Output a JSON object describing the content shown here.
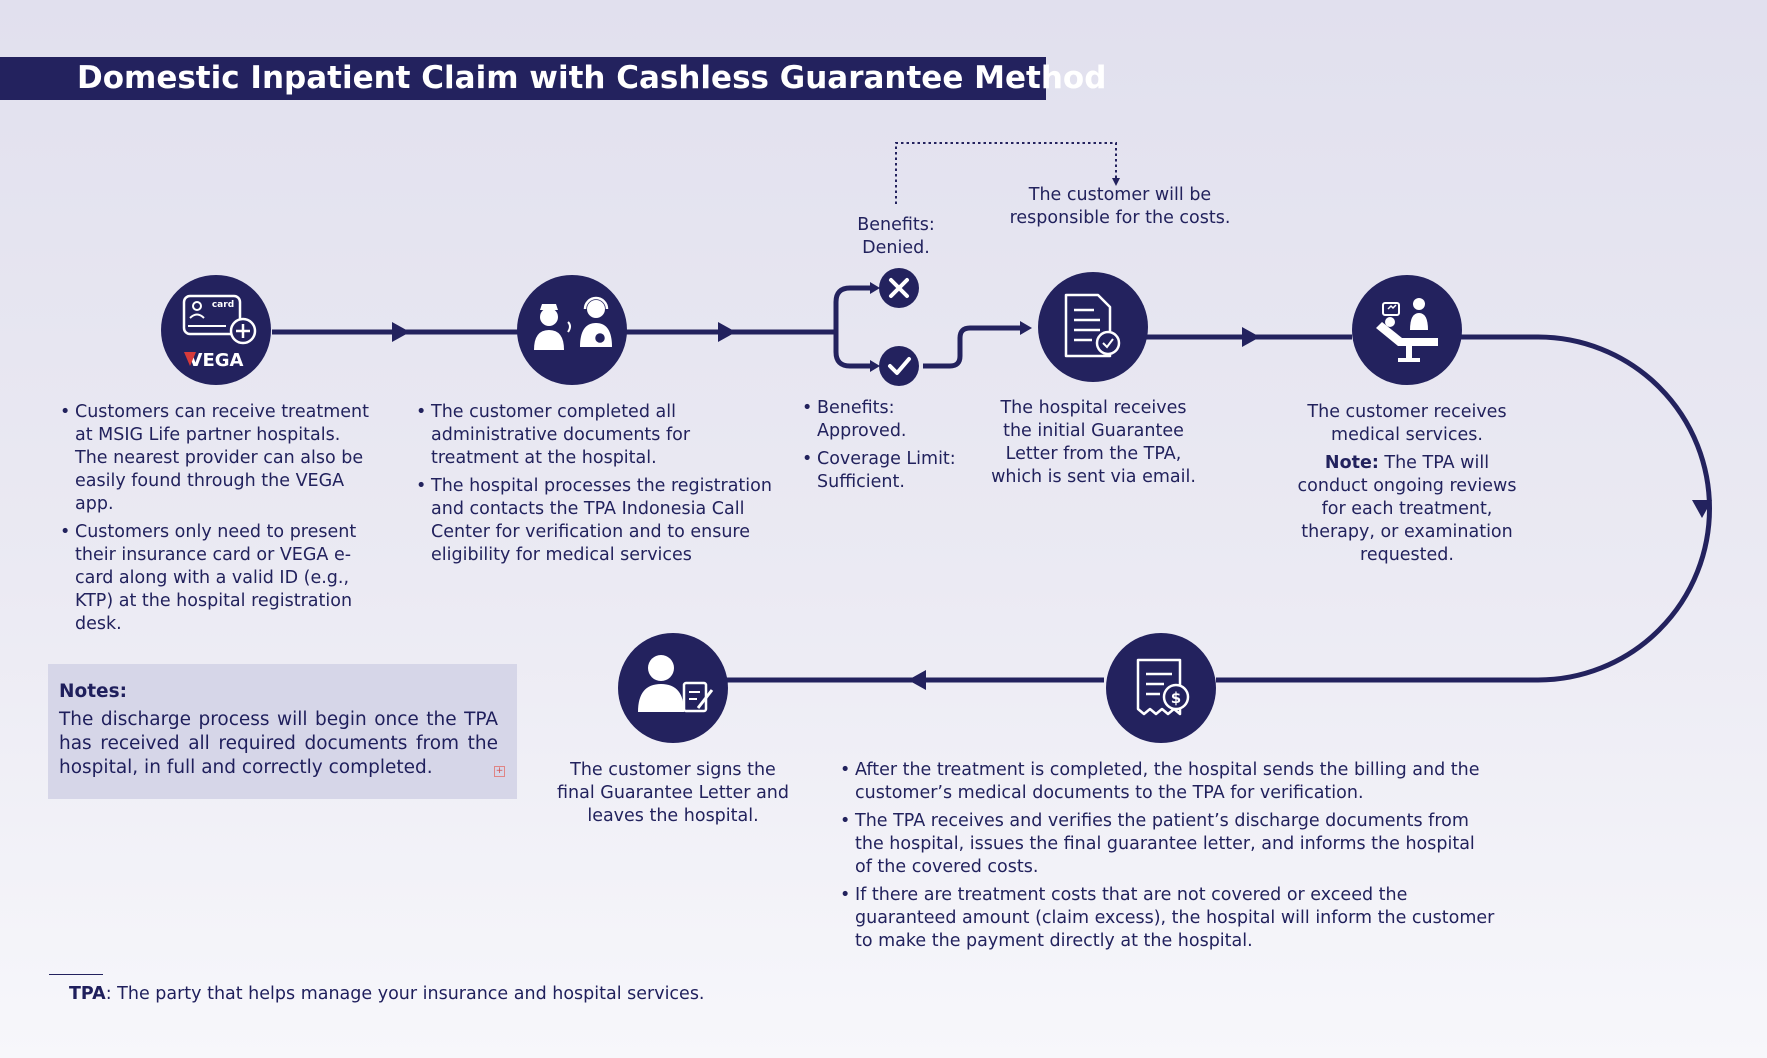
{
  "title": "Domestic Inpatient Claim with Cashless Guarantee Method",
  "colors": {
    "navy": "#23225e",
    "background": "#e1e0ee",
    "notes_bg": "#d6d6e8"
  },
  "steps": {
    "vega_card": {
      "icon": "vega-card-icon",
      "card_label": "card",
      "logo_text": "VEGA",
      "bullets": [
        "Customers can receive treatment at MSIG Life partner hospitals. The nearest provider can also be easily found through the VEGA app.",
        "Customers only need to present their insurance card or VEGA e-card along with a valid ID (e.g., KTP) at the hospital registration desk."
      ]
    },
    "registration": {
      "icon": "nurse-call-center-icon",
      "bullets": [
        "The customer completed all administrative documents for treatment at the hospital.",
        "The hospital processes the registration and contacts the TPA Indonesia Call Center for verification and to ensure eligibility for medical services"
      ]
    },
    "decision": {
      "denied_label": "Benefits: Denied.",
      "denied_result": "The customer will be responsible for the costs.",
      "approved_bullets": [
        "Benefits: Approved.",
        "Coverage Limit: Sufficient."
      ]
    },
    "guarantee_letter": {
      "icon": "document-check-icon",
      "text": "The hospital receives the initial Guarantee Letter from the TPA, which is sent via email."
    },
    "medical_services": {
      "icon": "patient-treatment-icon",
      "text": "The customer receives medical services.",
      "note_label": "Note:",
      "note_text": "The TPA will conduct ongoing reviews for each treatment, therapy, or examination requested."
    },
    "billing": {
      "icon": "invoice-dollar-icon",
      "bullets": [
        "After the treatment is completed, the hospital sends the billing and the customer’s medical documents to the TPA for verification.",
        "The TPA receives and verifies the patient’s discharge documents from the hospital, issues the final guarantee letter, and informs the hospital of the covered costs.",
        "If there are treatment costs that are not covered or exceed the guaranteed amount (claim excess), the hospital will inform the customer to make the payment directly at the hospital."
      ]
    },
    "discharge": {
      "icon": "person-signing-icon",
      "text": "The customer signs the final Guarantee Letter and leaves the hospital."
    }
  },
  "notes": {
    "title": "Notes:",
    "text": "The discharge process will begin once the TPA has received all required documents from the hospital, in full and correctly completed."
  },
  "footnote": {
    "term": "TPA",
    "definition": ": The party that helps manage your insurance and hospital services."
  }
}
